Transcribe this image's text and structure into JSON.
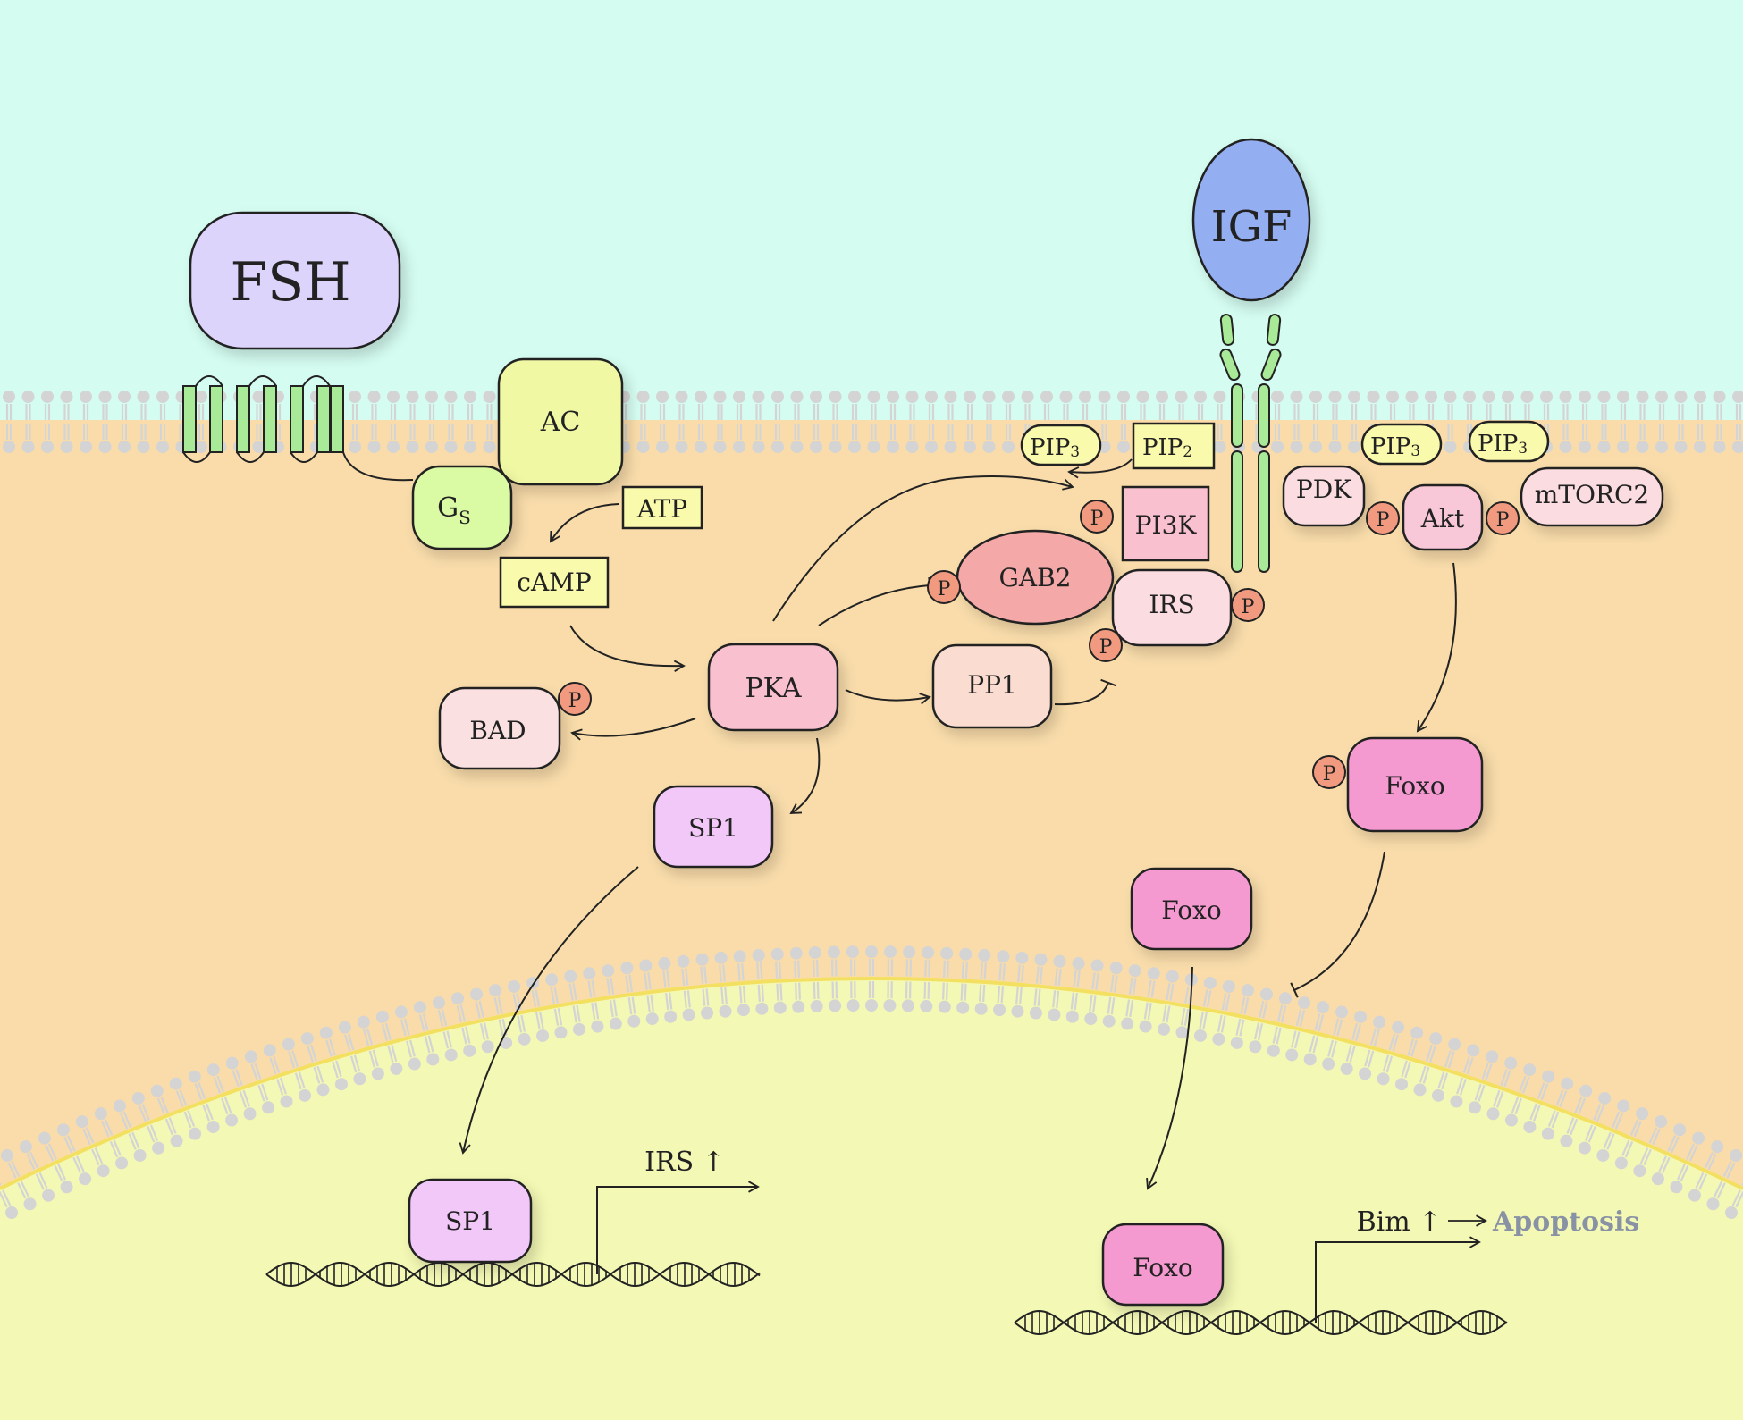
{
  "colors": {
    "extracellular": "#d4fcf0",
    "cytoplasm": "#f9dcaa",
    "nucleus": "#f3f8b4",
    "membrane_head": "#d4d4d4",
    "fsh": "#ddd4fc",
    "igf": "#94aef2",
    "ac": "#f0f8a4",
    "gs": "#dafaa4",
    "small_mol": "#fafaac",
    "pka": "#f9c0d0",
    "gab2": "#f4a8a8",
    "p": "#f19a80",
    "foxo": "#f59ad0",
    "sp1": "#f2c8f8",
    "receptor_green": "#a8ea98"
  },
  "labels": {
    "fsh": "FSH",
    "igf": "IGF",
    "ac": "AC",
    "gs_main": "G",
    "gs_sub": "S",
    "atp": "ATP",
    "camp": "cAMP",
    "pka": "PKA",
    "bad": "BAD",
    "sp1_cyto": "SP1",
    "sp1_nuc": "SP1",
    "pp1": "PP1",
    "gab2": "GAB2",
    "irs": "IRS",
    "pi3k": "PI3K",
    "pip3_left_main": "PIP",
    "pip3_left_sub": "3",
    "pip2_main": "PIP",
    "pip2_sub": "2",
    "pdk": "PDK",
    "akt": "Akt",
    "mtorc2": "mTORC2",
    "pip3_mid_main": "PIP",
    "pip3_mid_sub": "3",
    "pip3_right_main": "PIP",
    "pip3_right_sub": "3",
    "foxo_p": "Foxo",
    "foxo_cyto": "Foxo",
    "foxo_nuc": "Foxo",
    "p": "P",
    "irs_up": "IRS ↑",
    "bim_up": "Bim ↑",
    "apoptosis": "Apoptosis"
  }
}
